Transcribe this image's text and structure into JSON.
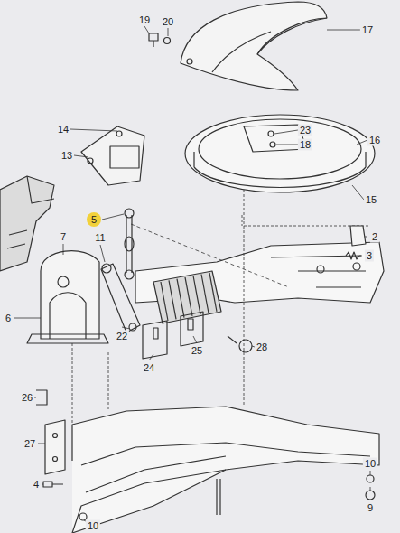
{
  "diagram": {
    "labels": [
      "19",
      "20",
      "17",
      "14",
      "13",
      "23",
      "18",
      "16",
      "15",
      "5",
      "2",
      "11",
      "7",
      "3",
      "6",
      "22",
      "25",
      "28",
      "24",
      "26",
      "27",
      "4",
      "10",
      "9",
      "10"
    ]
  }
}
